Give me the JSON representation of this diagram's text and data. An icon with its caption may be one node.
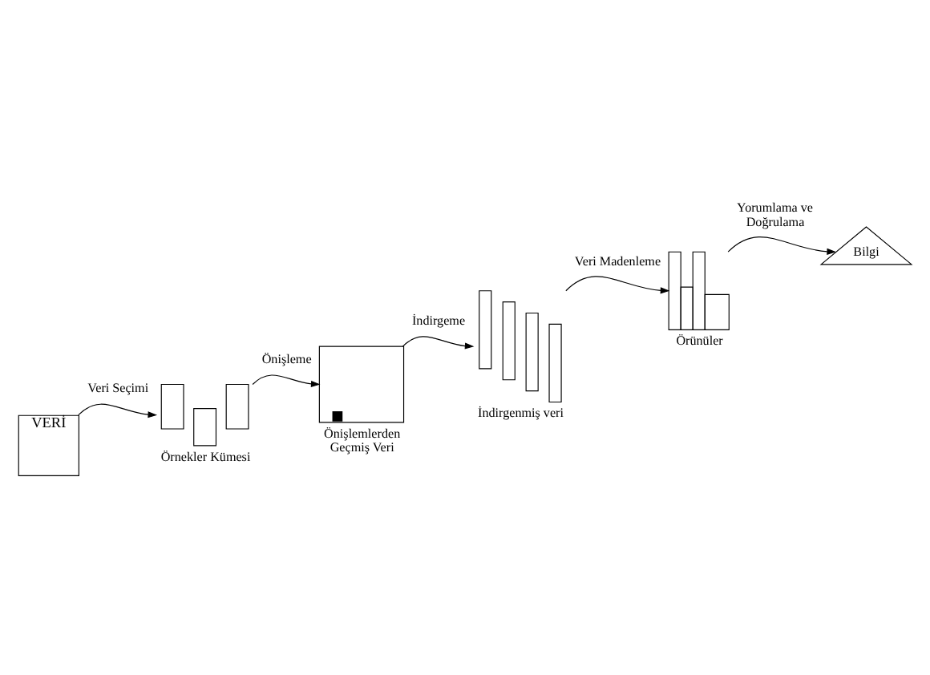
{
  "diagram": {
    "nodes": [
      {
        "text": [
          "VERİ"
        ]
      },
      {
        "text": [],
        "shape": "box",
        "beside": [
          "Örnekler Kümesi"
        ]
      },
      {
        "text": [],
        "shape": "box",
        "beside": [
          "Önişlemlerden Geçmiş Veri"
        ]
      },
      {
        "text": [],
        "shape": "box",
        "beside": [
          "İndirgenmiş veri"
        ]
      },
      {
        "text": [],
        "shape": "bar",
        "beside": [
          "Örünüler"
        ]
      },
      {
        "text": [
          "Bilgi"
        ]
      }
    ],
    "edges": [
      {
        "from": 0,
        "to": 1,
        "arrow": "to",
        "label": "Veri Seçimi"
      },
      {
        "from": 1,
        "to": 2,
        "arrow": "to",
        "label": "Önişleme"
      },
      {
        "from": 2,
        "to": 3,
        "arrow": "to",
        "label": "İndirgeme"
      },
      {
        "from": 3,
        "to": 4,
        "arrow": "to",
        "label": "Veri Madenleme"
      },
      {
        "from": 4,
        "to": 5,
        "arrow": "to",
        "label": "Yorumlama ve Doğrulama"
      }
    ]
  }
}
